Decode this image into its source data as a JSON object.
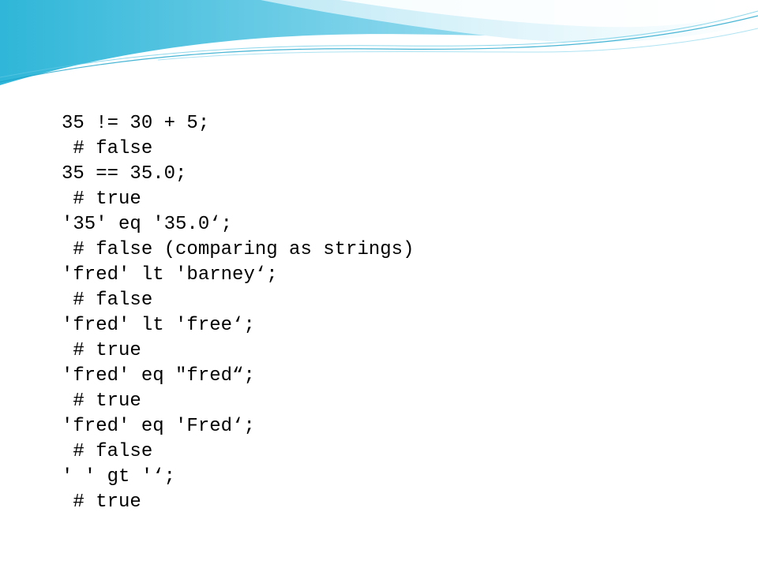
{
  "slide": {
    "theme": {
      "wave_light": "#bfe9f5",
      "wave_mid": "#7fd3ea",
      "wave_deep": "#2fb6d8",
      "wave_line": "#1aa3c9",
      "text_color": "#000000",
      "background": "#ffffff"
    },
    "code_lines": [
      "35 != 30 + 5;",
      " # false",
      "35 == 35.0;",
      " # true",
      "'35' eq '35.0‘;",
      " # false (comparing as strings)",
      "'fred' lt 'barney‘;",
      " # false",
      "'fred' lt 'free‘;",
      " # true",
      "'fred' eq \"fred“;",
      " # true",
      "'fred' eq 'Fred‘;",
      " # false",
      "' ' gt '‘;",
      " # true"
    ]
  }
}
